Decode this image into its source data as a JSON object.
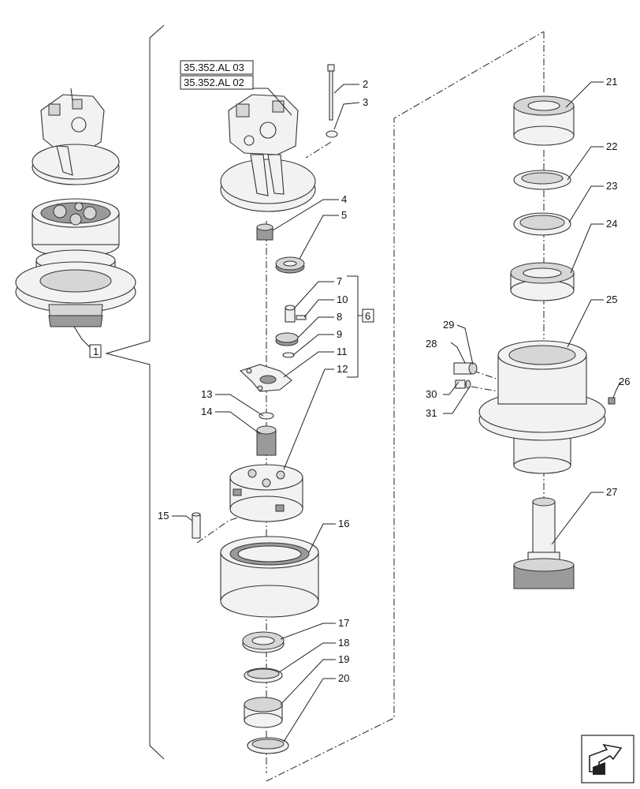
{
  "references": [
    "35.352.AL 03",
    "35.352.AL 02"
  ],
  "group_labels": [
    "1",
    "6"
  ],
  "part_numbers": [
    "2",
    "3",
    "4",
    "5",
    "7",
    "8",
    "9",
    "10",
    "11",
    "12",
    "13",
    "14",
    "15",
    "16",
    "17",
    "18",
    "19",
    "20",
    "21",
    "22",
    "23",
    "24",
    "25",
    "26",
    "27",
    "28",
    "29",
    "30",
    "31"
  ],
  "icons": {
    "navigation": "arrow-icon"
  }
}
